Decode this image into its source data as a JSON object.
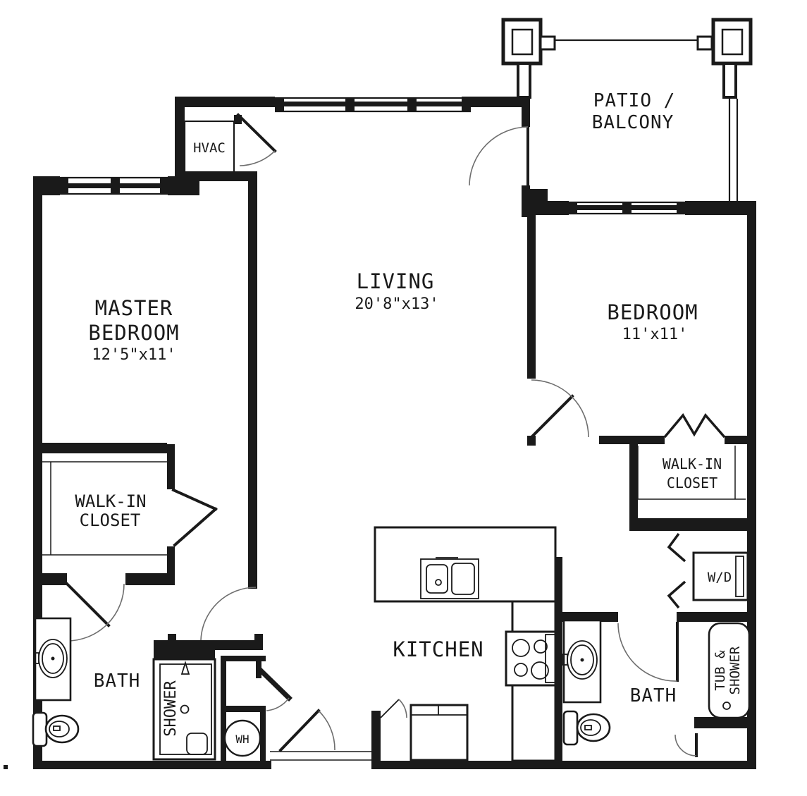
{
  "colors": {
    "background": "#ffffff",
    "ink": "#1a1a1a",
    "door_arc": "#6e6e6e"
  },
  "rooms": {
    "patio": {
      "line1": "PATIO /",
      "line2": "BALCONY"
    },
    "living": {
      "name": "LIVING",
      "dims": "20'8\"x13'"
    },
    "master_bedroom": {
      "line1": "MASTER",
      "line2": "BEDROOM",
      "dims": "12'5\"x11'"
    },
    "bedroom": {
      "name": "BEDROOM",
      "dims": "11'x11'"
    },
    "kitchen": {
      "name": "KITCHEN"
    },
    "master_bath": {
      "name": "BATH"
    },
    "second_bath": {
      "name": "BATH"
    },
    "master_closet": {
      "line1": "WALK-IN",
      "line2": "CLOSET"
    },
    "bedroom_closet": {
      "line1": "WALK-IN",
      "line2": "CLOSET"
    }
  },
  "fixtures": {
    "hvac": {
      "label": "HVAC"
    },
    "shower": {
      "label": "SHOWER"
    },
    "tub_shower": {
      "line1": "TUB &",
      "line2": "SHOWER"
    },
    "washer_dryer": {
      "label": "W/D"
    },
    "water_heater": {
      "label": "WH"
    }
  }
}
